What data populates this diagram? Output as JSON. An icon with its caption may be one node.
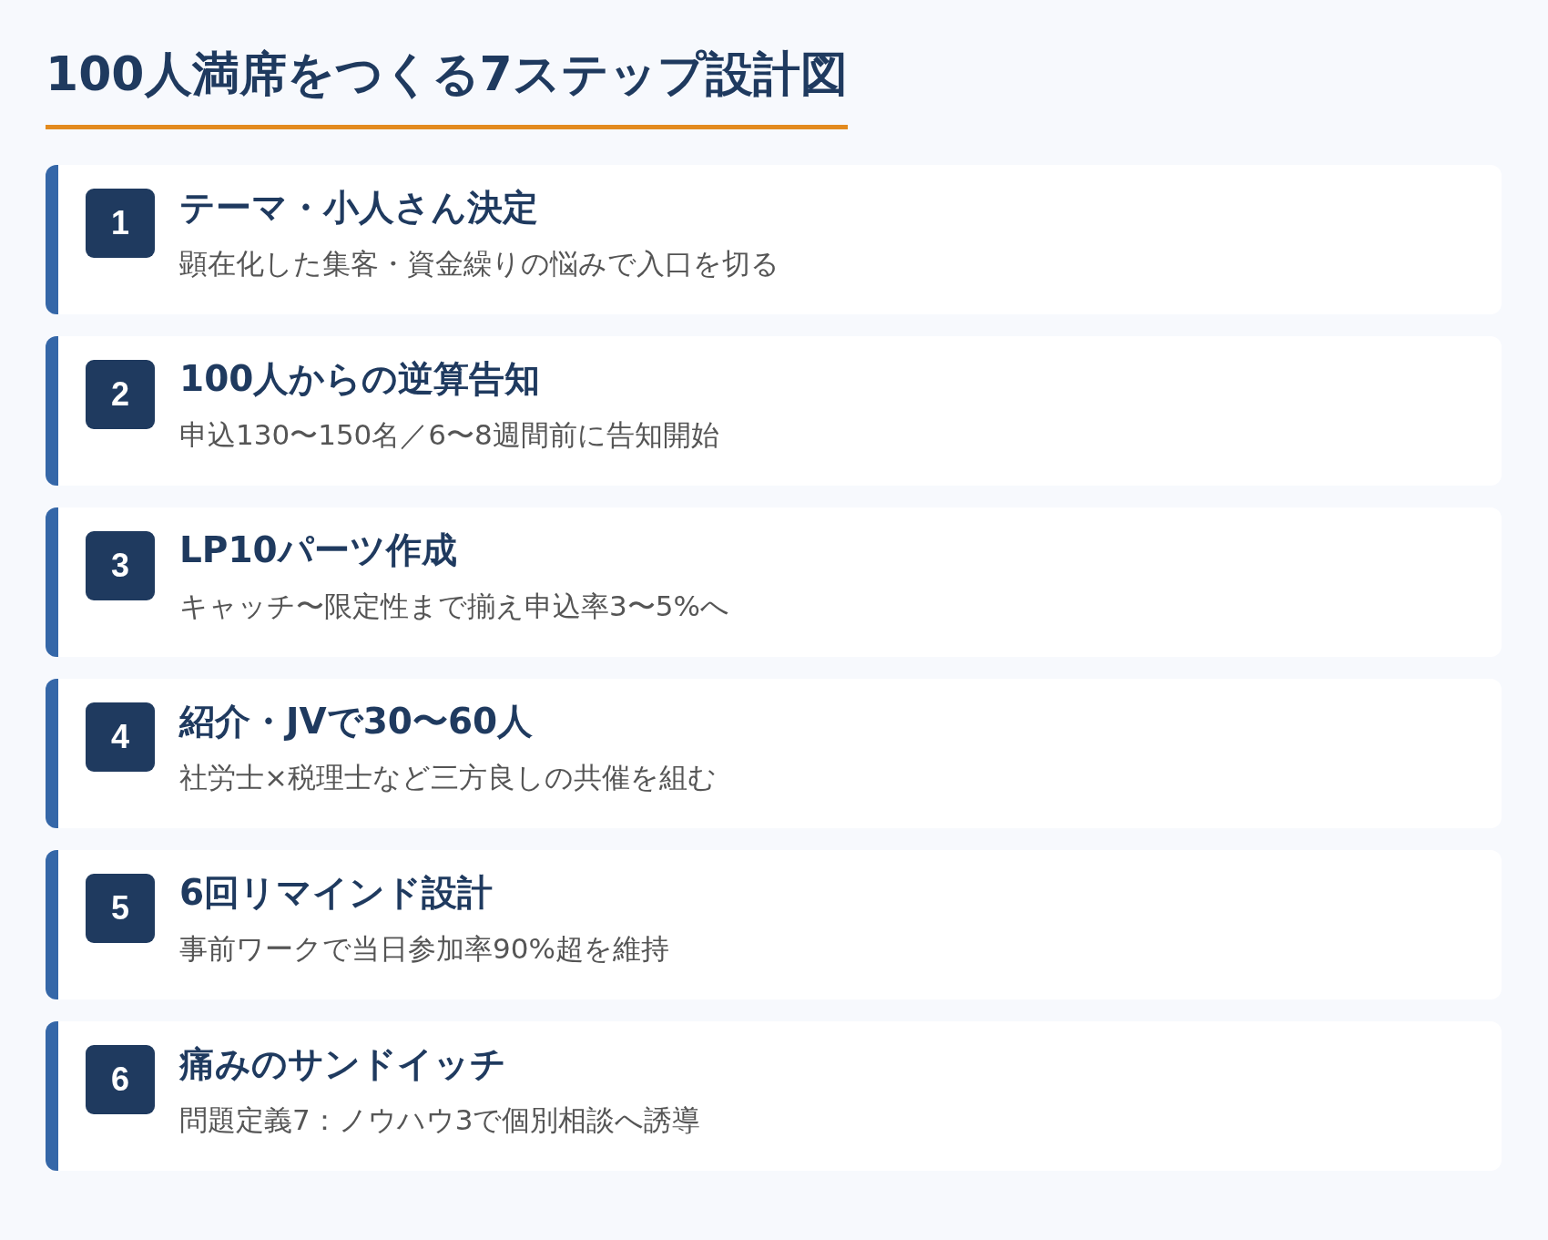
{
  "diagram": {
    "title": "100人満席をつくる7ステップ設計図",
    "nodes": [
      {
        "text": [
          "テーマ・小人さん決定",
          "顕在化した集客・資金繰りの悩みで入口を切る"
        ]
      },
      {
        "text": [
          "1"
        ],
        "in": 0
      },
      {
        "text": [
          "100人からの逆算告知",
          "申込130〜150名／6〜8週間前に告知開始"
        ]
      },
      {
        "text": [
          "2"
        ],
        "in": 2
      },
      {
        "text": [
          "LP10パーツ作成",
          "キャッチ〜限定性まで揃え申込率3〜5%へ"
        ]
      },
      {
        "text": [
          "3"
        ],
        "in": 4
      },
      {
        "text": [
          "紹介・JVで30〜60人",
          "社労士×税理士など三方良しの共催を組む"
        ]
      },
      {
        "text": [
          "4"
        ],
        "in": 6
      },
      {
        "text": [
          "6回リマインド設計",
          "事前ワークで当日参加率90%超を維持"
        ]
      },
      {
        "text": [
          "5"
        ],
        "in": 8
      },
      {
        "text": [
          "痛みのサンドイッチ",
          "問題定義7：ノウハウ3で個別相談へ誘導"
        ]
      },
      {
        "text": [
          "6"
        ],
        "in": 10
      }
    ]
  }
}
